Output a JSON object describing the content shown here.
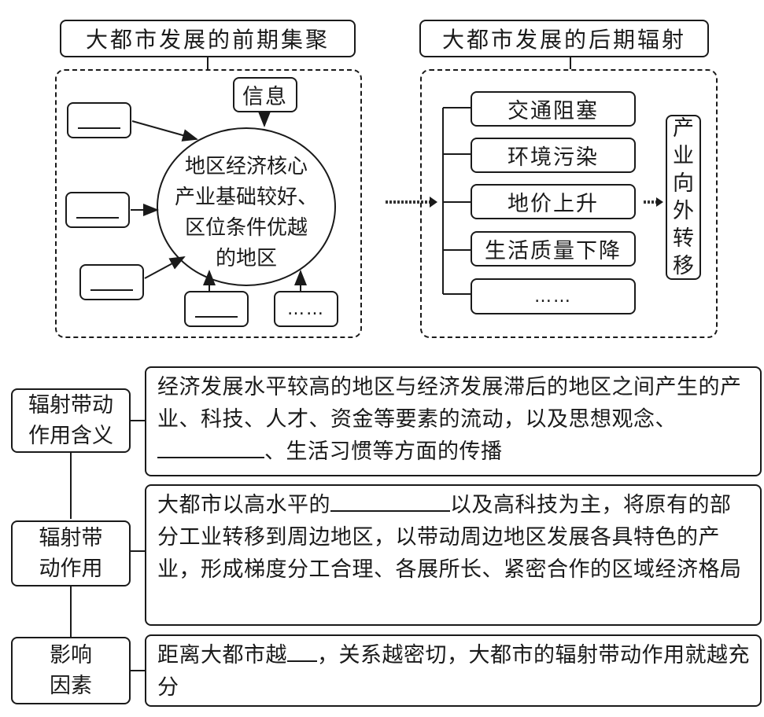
{
  "left_panel": {
    "title": "大都市发展的前期集聚",
    "top_factor": "信息",
    "center_lines": [
      "地区经济核心",
      "产业基础较好、",
      "区位条件优越",
      "的地区"
    ],
    "ellipsis": "……"
  },
  "right_panel": {
    "title": "大都市发展的后期辐射",
    "problems": [
      "交通阻塞",
      "环境污染",
      "地价上升",
      "生活质量下降",
      "……"
    ],
    "result_chars": [
      "产",
      "业",
      "向",
      "外",
      "转",
      "移"
    ]
  },
  "rows": [
    {
      "label_lines": [
        "辐射带动",
        "作用含义"
      ],
      "text_before": "经济发展水平较高的地区与经济发展滞后的地区之间产生的产业、科技、人才、资金等要素的流动，以及思想观念、",
      "text_after": "、生活习惯等方面的传播"
    },
    {
      "label_lines": [
        "辐射带",
        "动作用"
      ],
      "text_before": "大都市以高水平的",
      "text_after": "以及高科技为主，将原有的部分工业转移到周边地区，以带动周边地区发展各具特色的产业，形成梯度分工合理、各展所长、紧密合作的区域经济格局"
    },
    {
      "label_lines": [
        "影响",
        "因素"
      ],
      "text_before": "距离大都市越",
      "text_after": "，关系越密切，大都市的辐射带动作用就越充分"
    }
  ]
}
